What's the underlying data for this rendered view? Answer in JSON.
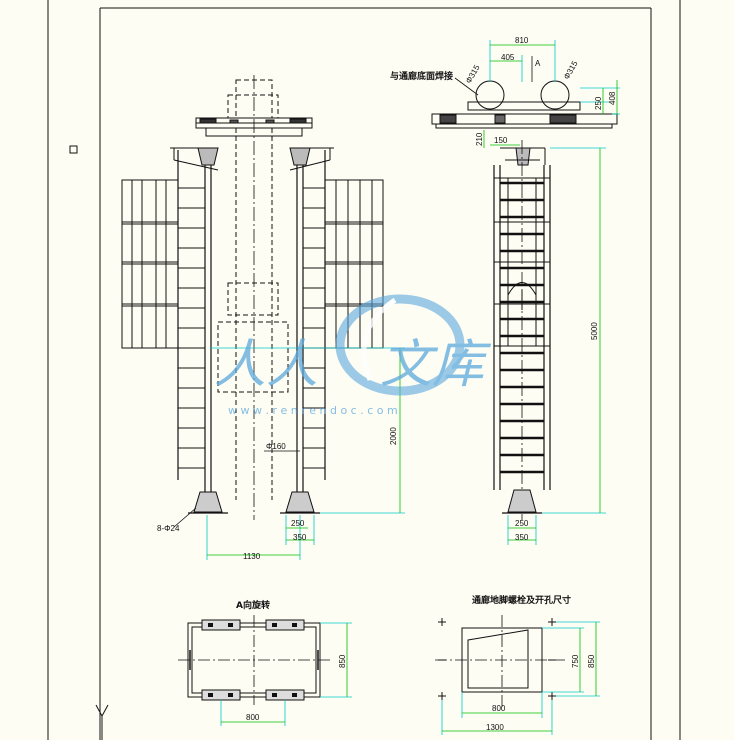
{
  "drawing": {
    "colors": {
      "background": "#fefdf4",
      "line": "#111111",
      "dimension": "#00c000",
      "extension": "#00c8c8",
      "watermark": "#5aa8dc"
    },
    "labels": {
      "front_anchor": "8-Φ24",
      "front_pipe": "Φ160",
      "side_connector": "与通廊底面焊接",
      "side_view_arrow": "A",
      "bottom_left_title": "A向旋转",
      "bottom_right_title": "通廊地脚螺栓及开孔尺寸",
      "phi_left": "Φ315",
      "phi_right": "Φ315"
    },
    "dimensions": {
      "front_width": "1130",
      "front_base_inner": "250",
      "front_base_outer": "350",
      "front_height": "2000",
      "side_top_width": "810",
      "side_top_half": "405",
      "side_offset_1": "250",
      "side_offset_2": "408",
      "side_small_1": "210",
      "side_small_2": "150",
      "side_height": "5000",
      "side_base_inner": "250",
      "side_base_outer": "350",
      "bl_width": "800",
      "bl_height": "850",
      "br_inner_w": "800",
      "br_outer_w": "1300",
      "br_inner_h": "750",
      "br_outer_h": "850"
    },
    "watermark": {
      "chars_left": "人人",
      "chars_right": "文库",
      "url": "w w w . r e n r e n d o c . c o m"
    },
    "ucs_marker": "Y"
  }
}
